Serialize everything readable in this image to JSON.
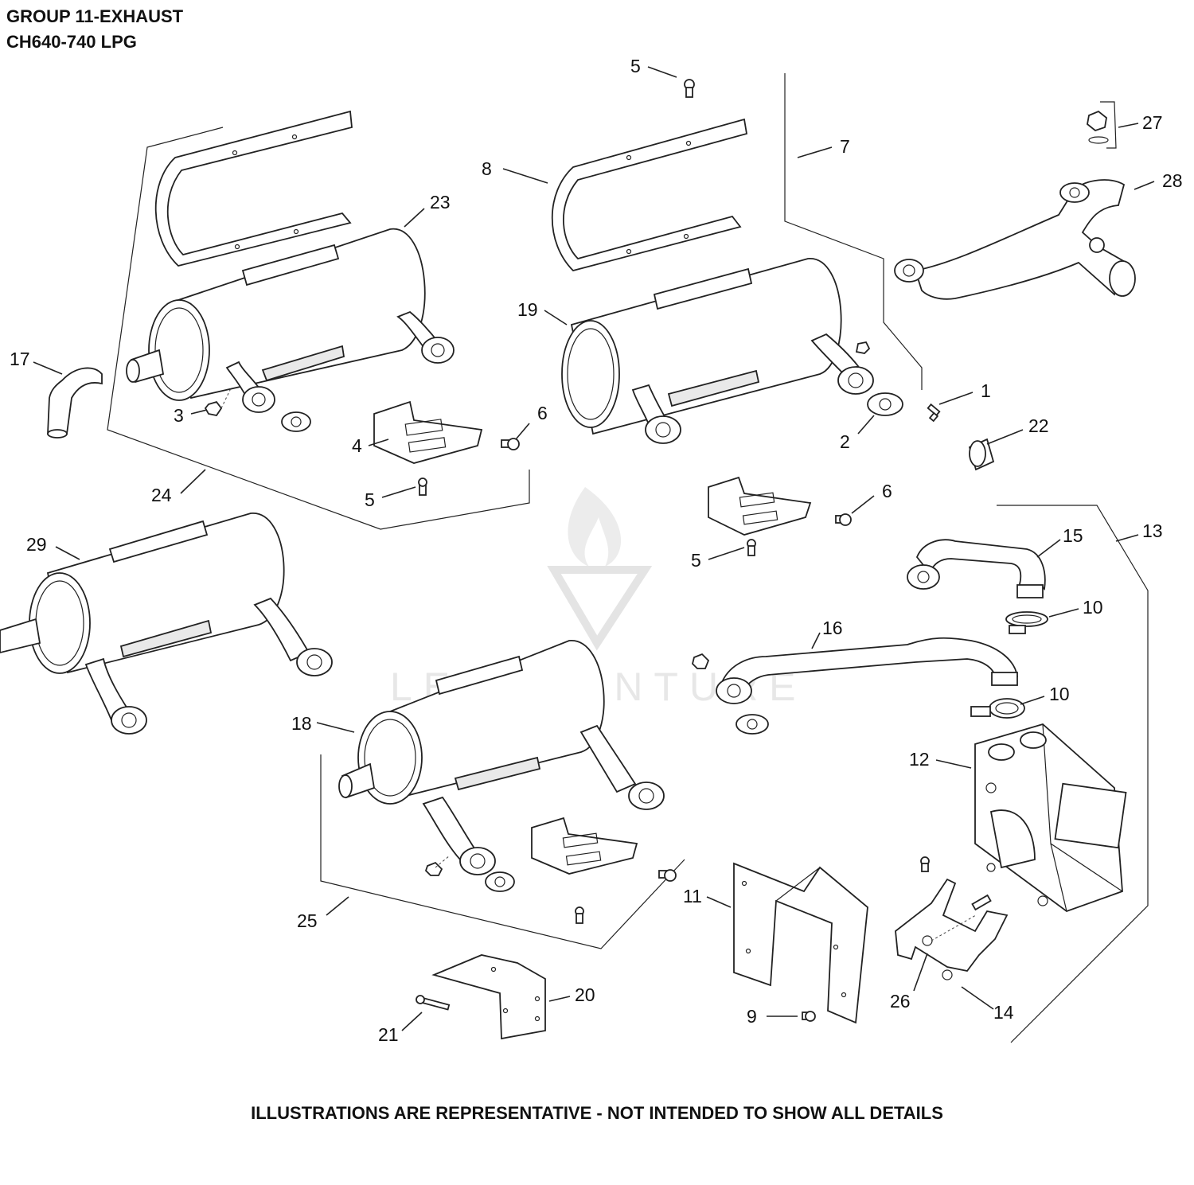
{
  "title": {
    "line1": "GROUP 11-EXHAUST",
    "line2": "CH640-740 LPG"
  },
  "footer": "ILLUSTRATIONS ARE REPRESENTATIVE - NOT INTENDED TO SHOW ALL DETAILS",
  "watermark": "LEADVENTURE",
  "callouts": [
    {
      "id": "c5a",
      "label": "5"
    },
    {
      "id": "c27",
      "label": "27"
    },
    {
      "id": "c7",
      "label": "7"
    },
    {
      "id": "c8",
      "label": "8"
    },
    {
      "id": "c28",
      "label": "28"
    },
    {
      "id": "c23",
      "label": "23"
    },
    {
      "id": "c19",
      "label": "19"
    },
    {
      "id": "c17",
      "label": "17"
    },
    {
      "id": "c1",
      "label": "1"
    },
    {
      "id": "c3",
      "label": "3"
    },
    {
      "id": "c6a",
      "label": "6"
    },
    {
      "id": "c2",
      "label": "2"
    },
    {
      "id": "c22",
      "label": "22"
    },
    {
      "id": "c4",
      "label": "4"
    },
    {
      "id": "c24",
      "label": "24"
    },
    {
      "id": "c5b",
      "label": "5"
    },
    {
      "id": "c6b",
      "label": "6"
    },
    {
      "id": "c13",
      "label": "13"
    },
    {
      "id": "c29",
      "label": "29"
    },
    {
      "id": "c15",
      "label": "15"
    },
    {
      "id": "c5c",
      "label": "5"
    },
    {
      "id": "c10a",
      "label": "10"
    },
    {
      "id": "c16",
      "label": "16"
    },
    {
      "id": "c10b",
      "label": "10"
    },
    {
      "id": "c18",
      "label": "18"
    },
    {
      "id": "c12",
      "label": "12"
    },
    {
      "id": "c11",
      "label": "11"
    },
    {
      "id": "c25",
      "label": "25"
    },
    {
      "id": "c20",
      "label": "20"
    },
    {
      "id": "c26",
      "label": "26"
    },
    {
      "id": "c9",
      "label": "9"
    },
    {
      "id": "c14",
      "label": "14"
    },
    {
      "id": "c21",
      "label": "21"
    }
  ]
}
